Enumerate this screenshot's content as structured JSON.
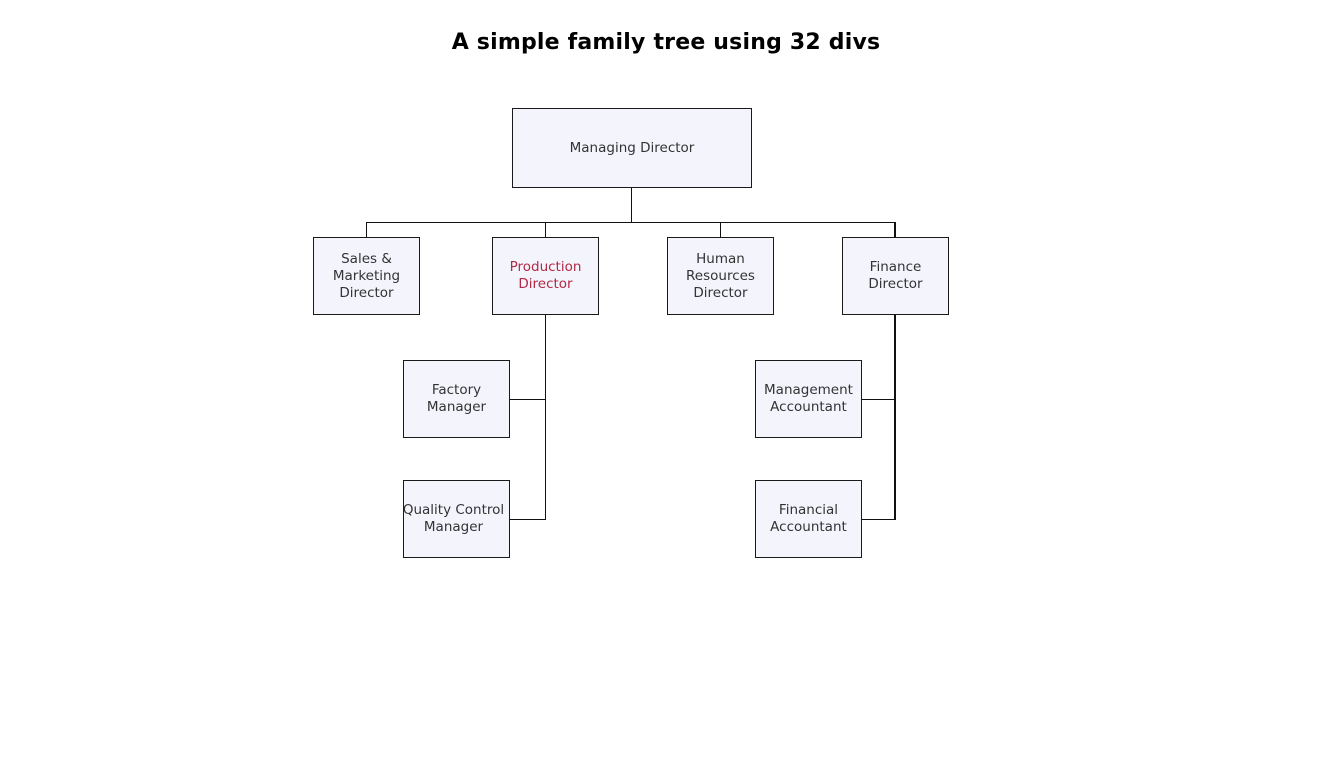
{
  "page": {
    "title": "A simple family tree using 32 divs",
    "background_color": "#ffffff",
    "node_fill_color": "#f4f4fd",
    "node_border_color": "#1a1a1a",
    "text_color": "#333333",
    "accent_color": "#b02a44"
  },
  "chart_data": {
    "type": "diagram",
    "title": "A simple family tree using 32 divs",
    "nodes": [
      {
        "id": "managing-director",
        "label": "Managing Director",
        "level": 0,
        "parent": null,
        "highlight": false
      },
      {
        "id": "sales-marketing",
        "label": "Sales &\nMarketing\nDirector",
        "level": 1,
        "parent": "managing-director",
        "highlight": false
      },
      {
        "id": "production-director",
        "label": "Production\nDirector",
        "level": 1,
        "parent": "managing-director",
        "highlight": true
      },
      {
        "id": "human-resources",
        "label": "Human\nResources\nDirector",
        "level": 1,
        "parent": "managing-director",
        "highlight": false
      },
      {
        "id": "finance-director",
        "label": "Finance\nDirector",
        "level": 1,
        "parent": "managing-director",
        "highlight": false
      },
      {
        "id": "factory-manager",
        "label": "Factory\nManager",
        "level": 2,
        "parent": "production-director",
        "highlight": false
      },
      {
        "id": "quality-control",
        "label": "Quality Control\nManager",
        "level": 2,
        "parent": "production-director",
        "highlight": false
      },
      {
        "id": "management-accountant",
        "label": "Management\nAccountant",
        "level": 2,
        "parent": "finance-director",
        "highlight": false
      },
      {
        "id": "financial-accountant",
        "label": "Financial\nAccountant",
        "level": 2,
        "parent": "finance-director",
        "highlight": false
      }
    ]
  },
  "nodes": {
    "managing_director": "Managing Director",
    "sales_marketing_director": "Sales &\nMarketing\nDirector",
    "production_director": "Production\nDirector",
    "human_resources_director": "Human\nResources\nDirector",
    "finance_director": "Finance\nDirector",
    "factory_manager": "Factory\nManager",
    "quality_control_manager": "Quality Control\nManager",
    "management_accountant": "Management\nAccountant",
    "financial_accountant": "Financial\nAccountant"
  }
}
